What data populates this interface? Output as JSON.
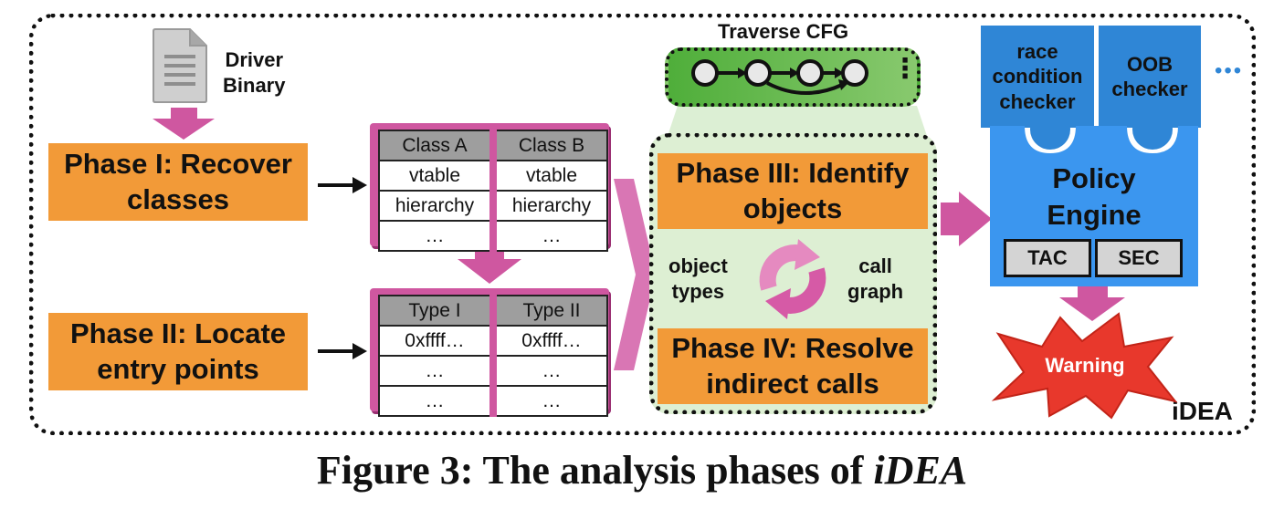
{
  "input": {
    "line1": "Driver",
    "line2": "Binary"
  },
  "phases": {
    "p1": {
      "line1": "Phase I: Recover",
      "line2": "classes"
    },
    "p2": {
      "line1": "Phase II: Locate",
      "line2": "entry points"
    },
    "p3": {
      "line1": "Phase III: Identify",
      "line2": "objects"
    },
    "p4": {
      "line1": "Phase IV: Resolve",
      "line2": "indirect calls"
    }
  },
  "class_table": {
    "headers": [
      "Class A",
      "Class B"
    ],
    "rows": [
      [
        "vtable",
        "vtable"
      ],
      [
        "hierarchy",
        "hierarchy"
      ],
      [
        "…",
        "…"
      ]
    ]
  },
  "type_table": {
    "headers": [
      "Type I",
      "Type II"
    ],
    "rows": [
      [
        "0xffff…",
        "0xffff…"
      ],
      [
        "…",
        "…"
      ],
      [
        "…",
        "…"
      ]
    ]
  },
  "cfg": {
    "title": "Traverse CFG",
    "more": "⋮"
  },
  "loop": {
    "left1": "object",
    "left2": "types",
    "right1": "call",
    "right2": "graph"
  },
  "checkers": {
    "race": [
      "race",
      "condition",
      "checker"
    ],
    "oob": [
      "OOB",
      "checker"
    ],
    "more": "•••"
  },
  "engine": {
    "line1": "Policy",
    "line2": "Engine",
    "tac": "TAC",
    "sec": "SEC"
  },
  "warning": "Warning",
  "system_name": "iDEA",
  "caption": {
    "prefix": "Figure 3: The analysis phases of ",
    "name": "iDEA"
  },
  "colors": {
    "orange": "#f29a38",
    "pink": "#cf57a0",
    "green": "#5cb543",
    "blue": "#2f86d6",
    "red": "#e8382c"
  }
}
